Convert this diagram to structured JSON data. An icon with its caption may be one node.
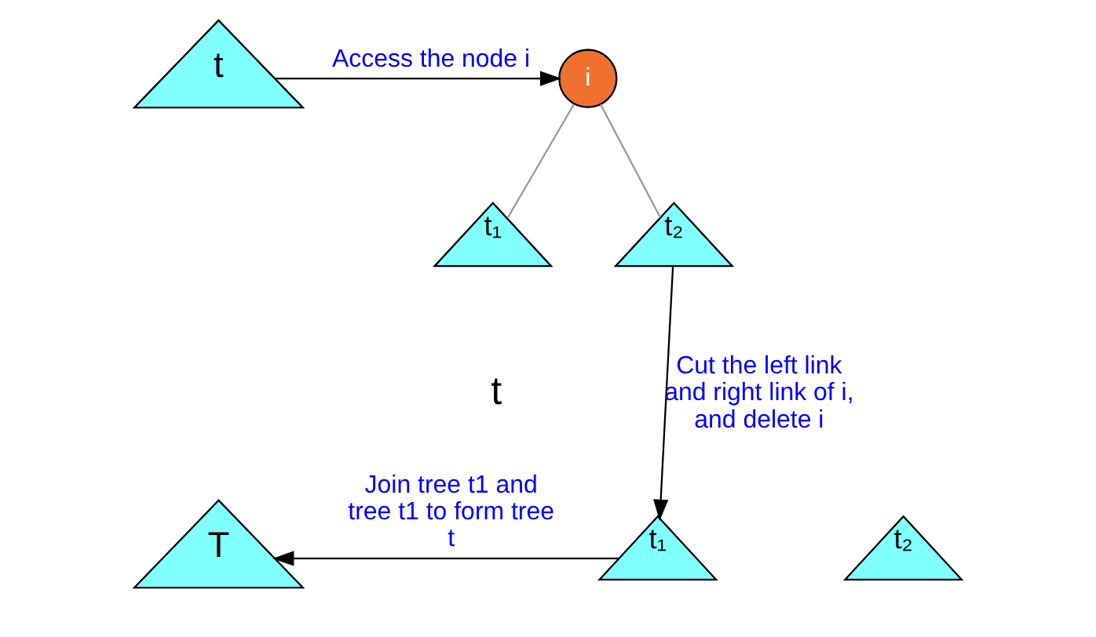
{
  "diagram": {
    "nodes": [
      {
        "text": [
          "t"
        ]
      },
      {
        "text": [
          "i"
        ]
      },
      {
        "text": [
          "t₁"
        ]
      },
      {
        "text": [
          "t₂"
        ]
      },
      {
        "text": [
          "t₁"
        ]
      },
      {
        "text": [
          "t₂"
        ]
      },
      {
        "text": [
          "T"
        ]
      }
    ],
    "edges": [
      {
        "from": 0,
        "to": 1,
        "arrow": "to",
        "label": "Access the node i"
      },
      {
        "from": 1,
        "to": 2,
        "arrow": "none",
        "color": "#999999"
      },
      {
        "from": 1,
        "to": 3,
        "arrow": "none",
        "color": "#999999"
      },
      {
        "from": 3,
        "to": 4,
        "arrow": "to",
        "label": "Cut the left link and right link of i, and delete i"
      },
      {
        "from": 4,
        "to": 6,
        "arrow": "to",
        "label": "Join tree t1 and tree t1 to form tree t"
      }
    ],
    "labels": [
      "t"
    ]
  }
}
